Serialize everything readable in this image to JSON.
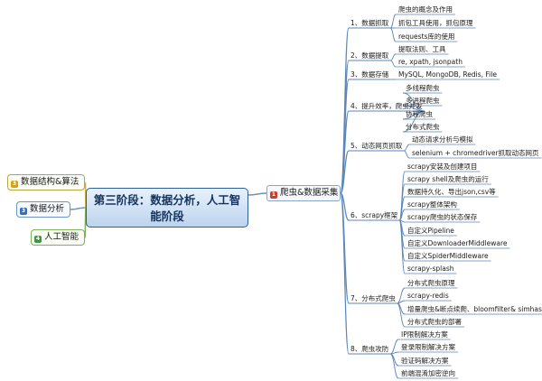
{
  "central": {
    "line1": "第三阶段：数据分析，人工智",
    "line2": "能阶段"
  },
  "left_topics": [
    {
      "badge": "3",
      "label": "数据结构&算法",
      "color": "#e0a000"
    },
    {
      "badge": "3",
      "label": "数据分析",
      "color": "#2f6fbf"
    },
    {
      "badge": "4",
      "label": "人工智能",
      "color": "#3a9a3a"
    }
  ],
  "main_topic": {
    "badge": "1",
    "label": "爬虫&数据采集",
    "color": "#d43a2a"
  },
  "sections": [
    {
      "label": "1、数据抓取",
      "items": [
        "爬虫的概念及作用",
        "抓包工具使用，抓包原理",
        "requests库的使用"
      ]
    },
    {
      "label": "2、数据提取",
      "items": [
        "提取法则、工具",
        "re, xpath, jsonpath"
      ]
    },
    {
      "label": "3、数据存储",
      "items": [
        "MySQL, MongoDB, Redis, File"
      ]
    },
    {
      "label": "4、提升效率，爬虫并发",
      "items": [
        "多线程爬虫",
        "多进程爬虫",
        "协程爬虫",
        "分布式爬虫"
      ]
    },
    {
      "label": "5、动态网页抓取",
      "items": [
        "动态请求分析与模拟",
        "selenium + chromedriver抓取动态网页"
      ]
    },
    {
      "label": "6、scrapy框架",
      "items": [
        "scrapy安装及创建项目",
        "scrapy shell及爬虫的运行",
        "数据持久化、导出json,csv等",
        "scrapy整体架构",
        "scrapy爬虫的状态保存",
        "自定义Pipeline",
        "自定义DownloaderMiddleware",
        "自定义SpiderMiddleware",
        "scrapy-splash"
      ]
    },
    {
      "label": "7、分布式爬虫",
      "items": [
        "分布式爬虫原理",
        "scrapy-redis",
        "增量爬虫&断点续爬、bloomfilter& simhash",
        "分布式爬虫的部署"
      ]
    },
    {
      "label": "8、爬虫攻防",
      "items": [
        "IP限制解决方案",
        "登录限制解决方案",
        "验证码解决方案",
        "前端混淆加密逆向"
      ]
    }
  ]
}
